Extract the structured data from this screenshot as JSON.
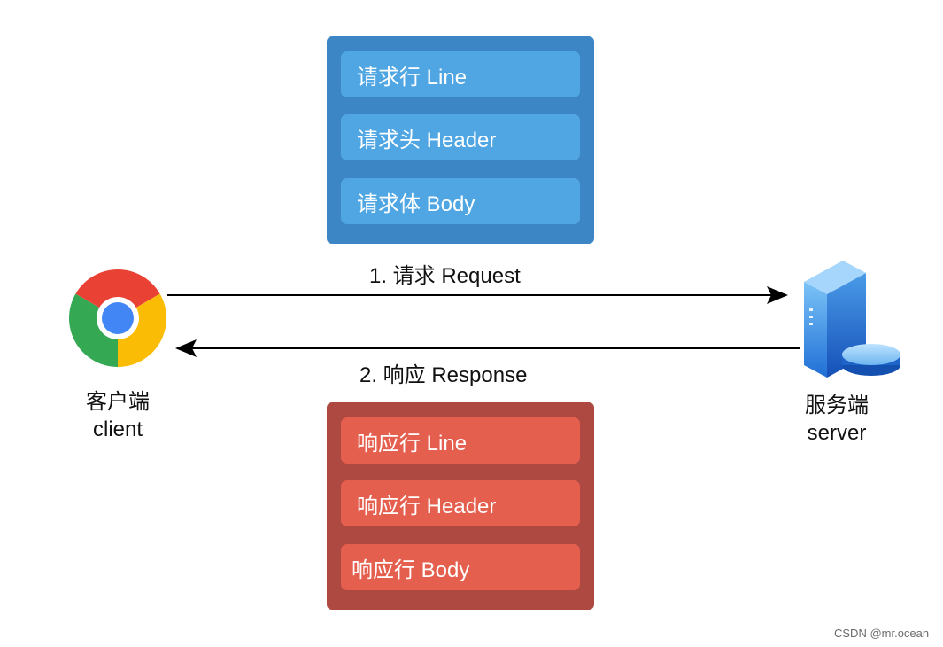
{
  "request": {
    "arrow_label": "1. 请求 Request",
    "items": [
      {
        "label": "请求行 Line"
      },
      {
        "label": "请求头 Header"
      },
      {
        "label": "请求体 Body"
      }
    ]
  },
  "response": {
    "arrow_label": "2. 响应 Response",
    "items": [
      {
        "label": "响应行 Line"
      },
      {
        "label": "响应行 Header"
      },
      {
        "label": "响应行 Body"
      }
    ]
  },
  "client": {
    "name_cn": "客户端",
    "name_en": "client",
    "icon": "chrome-browser-icon"
  },
  "server": {
    "name_cn": "服务端",
    "name_en": "server",
    "icon": "server-icon"
  },
  "watermark": "CSDN @mr.ocean",
  "colors": {
    "request_group": "#3d86c6",
    "request_item": "#4fa6e3",
    "response_group": "#ad4940",
    "response_item": "#e55f4f"
  }
}
